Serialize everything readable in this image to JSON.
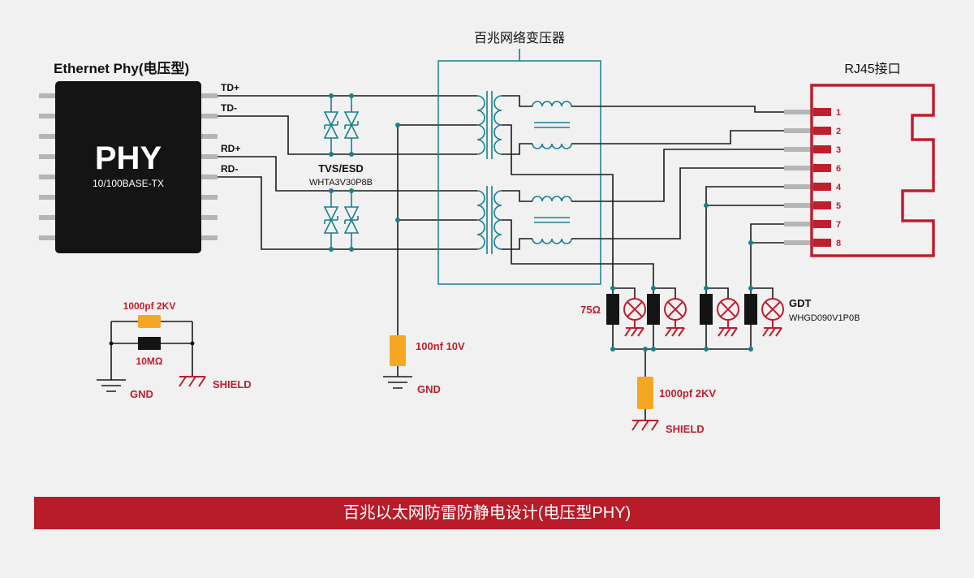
{
  "colors": {
    "teal": "#17808F",
    "red": "#BE1E2D",
    "banner_red": "#B71C28",
    "orange": "#F5A623",
    "component_black": "#141414",
    "wire_black": "#1A1A1A",
    "pin_gray": "#B5B5B5",
    "background": "#F1F1F1"
  },
  "banner": {
    "title": "百兆以太网防雷防静电设计(电压型PHY)"
  },
  "phy": {
    "section_label": "Ethernet Phy(电压型)",
    "chip_name": "PHY",
    "chip_type": "10/100BASE-TX",
    "signals": [
      "TD+",
      "TD-",
      "RD+",
      "RD-"
    ]
  },
  "tvs": {
    "label": "TVS/ESD",
    "part": "WHTA3V30P8B"
  },
  "transformer": {
    "label": "百兆网络变压器"
  },
  "rj45": {
    "label": "RJ45接口",
    "pins": [
      "1",
      "2",
      "3",
      "6",
      "4",
      "5",
      "7",
      "8"
    ]
  },
  "center_cap": {
    "value": "100nf 10V",
    "ground": "GND"
  },
  "termination": {
    "resistor": "75Ω",
    "gdt_label": "GDT",
    "gdt_part": "WHGD090V1P0B",
    "cap": "1000pf 2KV",
    "shield": "SHIELD"
  },
  "left_rc": {
    "cap": "1000pf 2KV",
    "resistor": "10MΩ",
    "ground": "GND",
    "shield": "SHIELD"
  }
}
